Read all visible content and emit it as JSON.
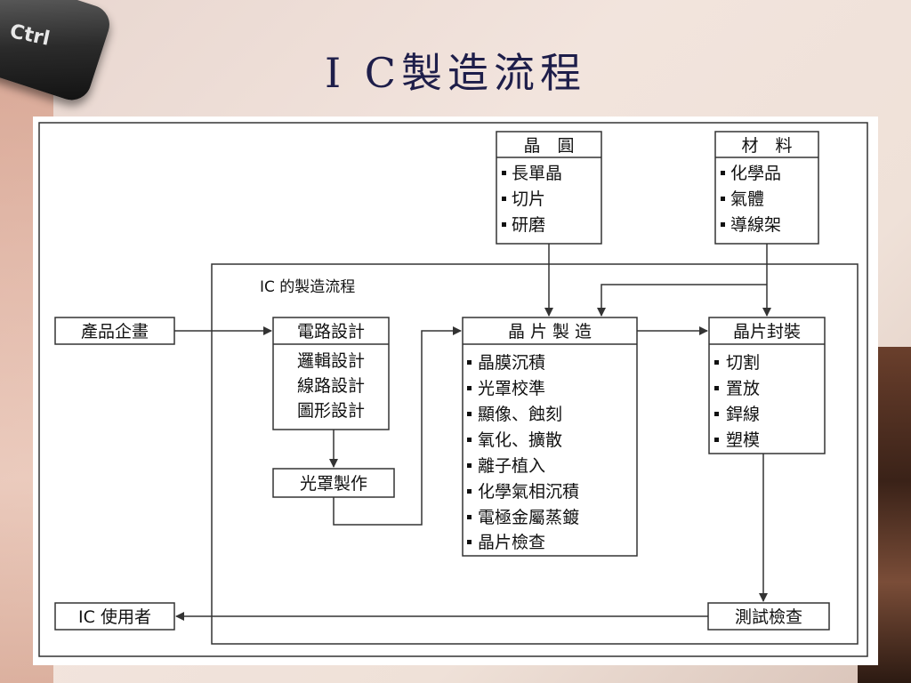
{
  "slide": {
    "title": "I C製造流程"
  },
  "background": {
    "key_label": "Ctrl"
  },
  "diagram": {
    "inner_frame_label": "IC 的製造流程",
    "wafer": {
      "title": "晶　圓",
      "items": [
        "長單晶",
        "切片",
        "研磨"
      ]
    },
    "materials": {
      "title": "材　料",
      "items": [
        "化學品",
        "氣體",
        "導線架"
      ]
    },
    "product_planning": "產品企畫",
    "circuit_design": {
      "title": "電路設計",
      "items": [
        "邏輯設計",
        "線路設計",
        "圖形設計"
      ]
    },
    "mask_making": "光罩製作",
    "wafer_fab": {
      "title": "晶 片 製 造",
      "items": [
        "晶膜沉積",
        "光罩校準",
        "顯像、蝕刻",
        "氧化、擴散",
        "離子植入",
        "化學氣相沉積",
        "電極金屬蒸鍍",
        "晶片檢查"
      ]
    },
    "packaging": {
      "title": "晶片封裝",
      "items": [
        "切割",
        "置放",
        "銲線",
        "塑模"
      ]
    },
    "testing": "測試檢查",
    "ic_user": "IC 使用者"
  },
  "colors": {
    "title": "#1e1e4a",
    "line": "#333333",
    "box_border": "#333333"
  }
}
